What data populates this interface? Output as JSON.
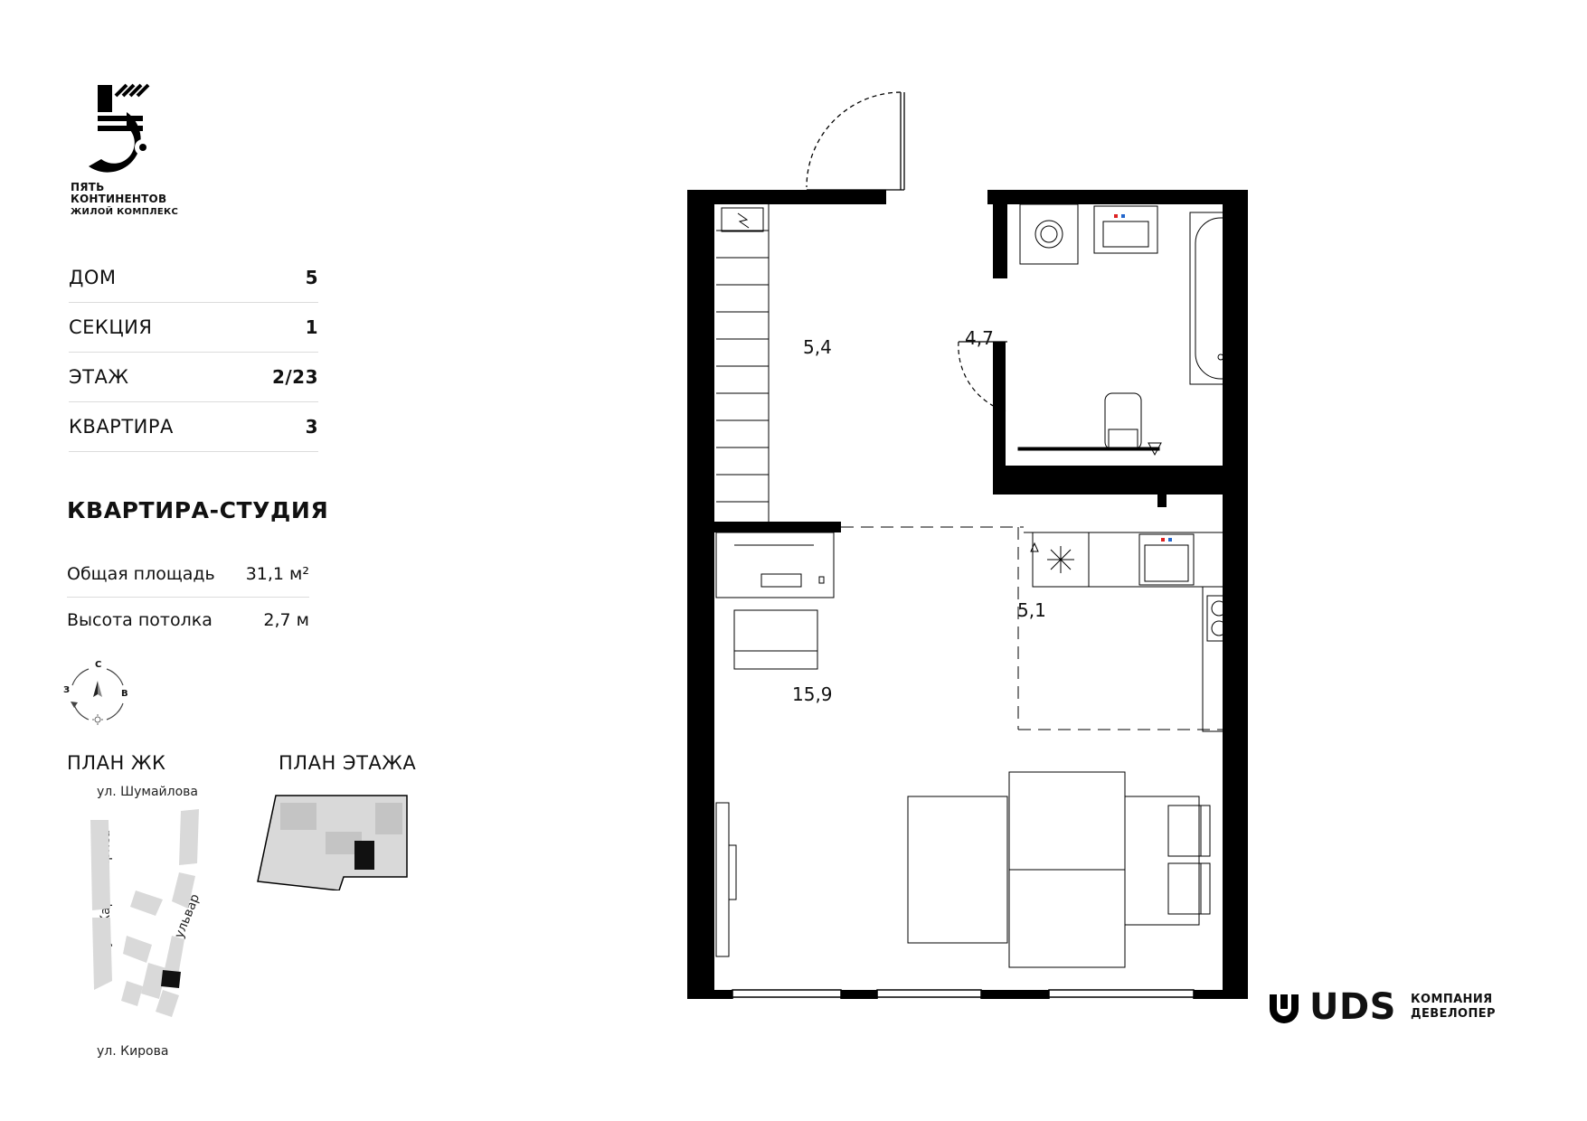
{
  "logo": {
    "line1": "ПЯТЬ",
    "line2": "КОНТИНЕНТОВ",
    "line3": "ЖИЛОЙ КОМПЛЕКС"
  },
  "info": [
    {
      "label": "ДОМ",
      "value": "5"
    },
    {
      "label": "СЕКЦИЯ",
      "value": "1"
    },
    {
      "label": "ЭТАЖ",
      "value": "2/23"
    },
    {
      "label": "КВАРТИРА",
      "value": "3"
    }
  ],
  "apartment_type": "КВАРТИРА-СТУДИЯ",
  "areas": [
    {
      "label": "Общая площадь",
      "value": "31,1 м²"
    },
    {
      "label": "Высота потолка",
      "value": "2,7 м"
    }
  ],
  "compass": {
    "north": "С",
    "west": "З",
    "east": "В"
  },
  "plan_zk": {
    "title": "ПЛАН ЖК",
    "streets": {
      "top": "ул. Шумайлова",
      "left": "ул. Карла Маркса",
      "right": "Бульвар",
      "bottom": "ул. Кирова"
    }
  },
  "plan_floor": {
    "title": "ПЛАН ЭТАЖА"
  },
  "rooms": {
    "hall": "5,4",
    "bathroom": "4,7",
    "kitchen": "5,1",
    "living": "15,9"
  },
  "developer": {
    "name": "UDS",
    "caption_line1": "КОМПАНИЯ",
    "caption_line2": "ДЕВЕЛОПЕР"
  },
  "colors": {
    "wall": "#000000",
    "block": "#d9d9d9",
    "highlight": "#111111"
  }
}
